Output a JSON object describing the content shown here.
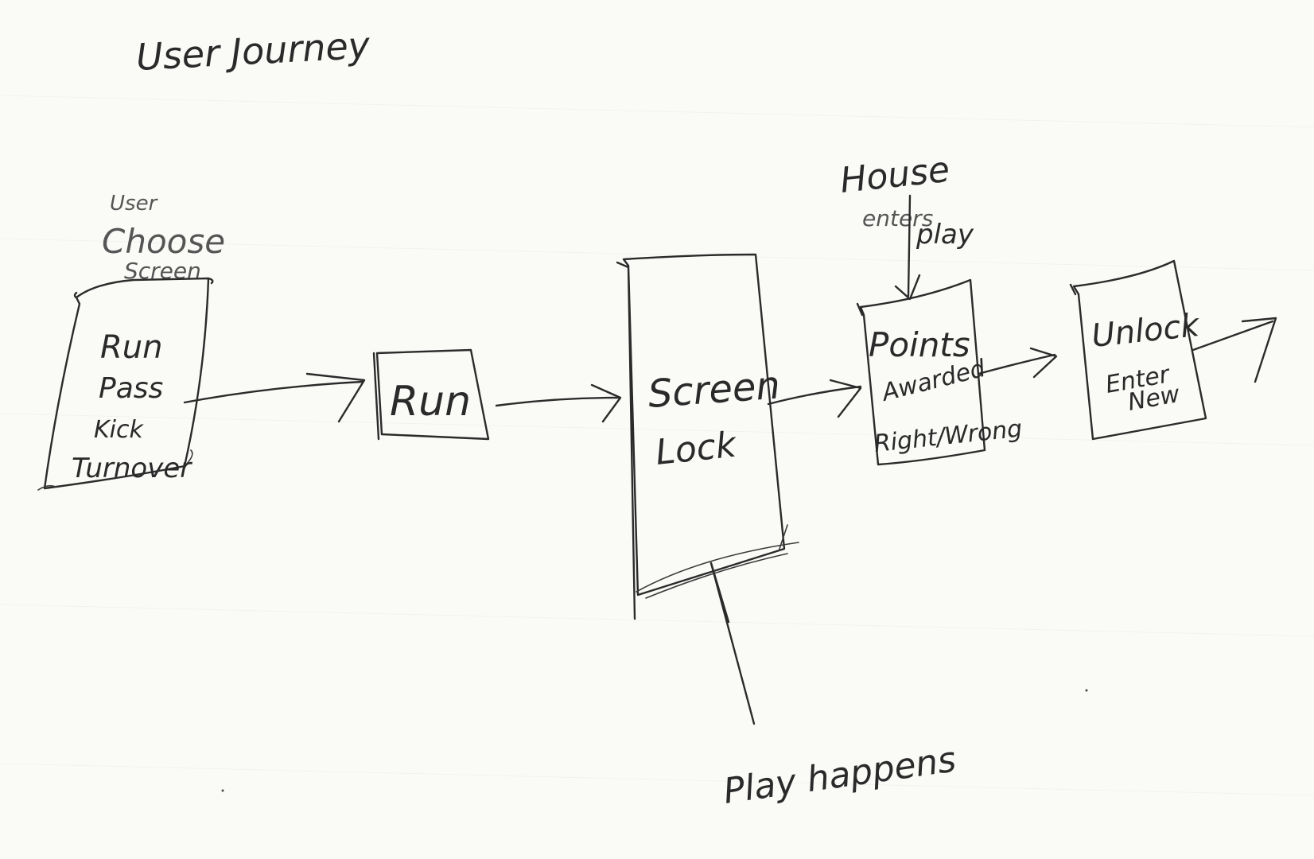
{
  "title": "User Journey",
  "annotations": {
    "house": [
      "House",
      "enters",
      "play"
    ],
    "play": "Play happens"
  },
  "nodes": [
    {
      "id": "choose",
      "caption": [
        "User",
        "Choose",
        "Screen"
      ],
      "lines": [
        "Run",
        "Pass",
        "Kick",
        "Turnover"
      ]
    },
    {
      "id": "run",
      "lines": [
        "Run"
      ]
    },
    {
      "id": "lock",
      "lines": [
        "Screen",
        "Lock"
      ]
    },
    {
      "id": "points",
      "lines": [
        "Points",
        "Awarded",
        "Right/Wrong"
      ]
    },
    {
      "id": "unlock",
      "lines": [
        "Unlock",
        "Enter",
        "New"
      ]
    }
  ],
  "colors": {
    "ink": "#2b2b2b",
    "paper": "#fafaf7"
  }
}
